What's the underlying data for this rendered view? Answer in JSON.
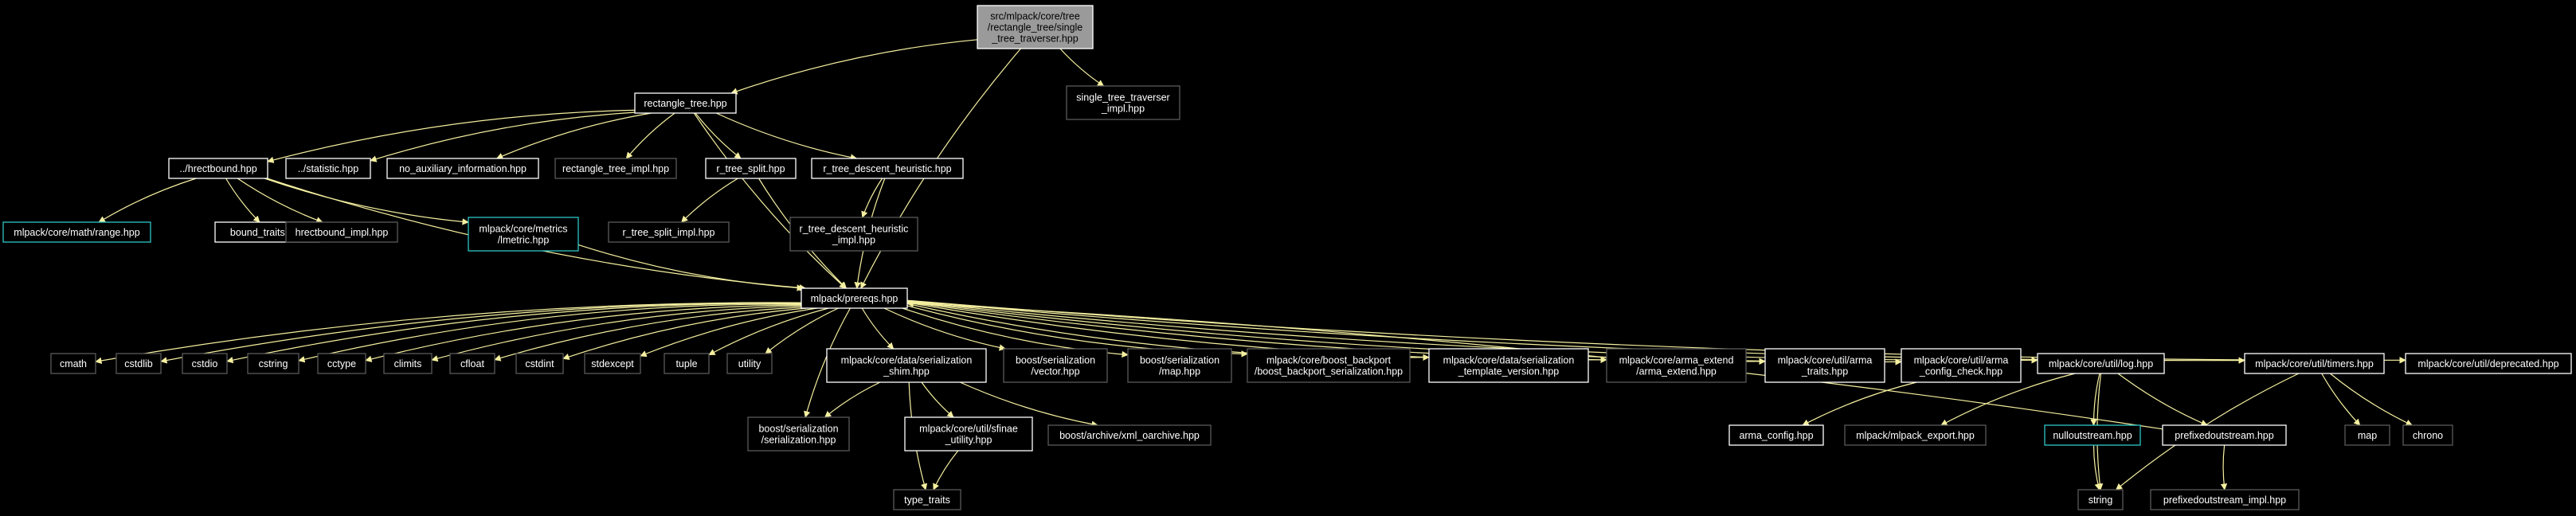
{
  "colors": {
    "background": "#000000",
    "edge": "#f5f0a0",
    "node_text": "#ffffff",
    "border_solid": "#ffffff",
    "border_gray": "#5a5a5a",
    "border_cyan": "#2ec5c5",
    "root_fill": "#9a9a9a"
  },
  "nodes": [
    {
      "id": "root",
      "lines": [
        "src/mlpack/core/tree",
        "/rectangle_tree/single",
        "_tree_traverser.hpp"
      ],
      "style": "root",
      "icon": "file-header-node"
    },
    {
      "id": "rectangle_tree",
      "lines": [
        "rectangle_tree.hpp"
      ],
      "style": "solid"
    },
    {
      "id": "single_tree_traverser_impl",
      "lines": [
        "single_tree_traverser",
        "_impl.hpp"
      ],
      "style": "gray"
    },
    {
      "id": "hrectbound",
      "lines": [
        "../hrectbound.hpp"
      ],
      "style": "solid"
    },
    {
      "id": "statistic",
      "lines": [
        "../statistic.hpp"
      ],
      "style": "solid"
    },
    {
      "id": "no_aux",
      "lines": [
        "no_auxiliary_information.hpp"
      ],
      "style": "solid"
    },
    {
      "id": "rt_impl",
      "lines": [
        "rectangle_tree_impl.hpp"
      ],
      "style": "gray"
    },
    {
      "id": "r_tree_split",
      "lines": [
        "r_tree_split.hpp"
      ],
      "style": "solid"
    },
    {
      "id": "r_tree_dh",
      "lines": [
        "r_tree_descent_heuristic.hpp"
      ],
      "style": "solid"
    },
    {
      "id": "range",
      "lines": [
        "mlpack/core/math/range.hpp"
      ],
      "style": "cyan"
    },
    {
      "id": "bound_traits",
      "lines": [
        "bound_traits.hpp"
      ],
      "style": "solid"
    },
    {
      "id": "hrectbound_impl",
      "lines": [
        "hrectbound_impl.hpp"
      ],
      "style": "gray"
    },
    {
      "id": "lmetric",
      "lines": [
        "mlpack/core/metrics",
        "/lmetric.hpp"
      ],
      "style": "cyan"
    },
    {
      "id": "r_tree_split_impl",
      "lines": [
        "r_tree_split_impl.hpp"
      ],
      "style": "gray"
    },
    {
      "id": "r_tree_dh_impl",
      "lines": [
        "r_tree_descent_heuristic",
        "_impl.hpp"
      ],
      "style": "gray"
    },
    {
      "id": "prereqs",
      "lines": [
        "mlpack/prereqs.hpp"
      ],
      "style": "solid"
    },
    {
      "id": "cmath",
      "lines": [
        "cmath"
      ],
      "style": "gray"
    },
    {
      "id": "cstdlib",
      "lines": [
        "cstdlib"
      ],
      "style": "gray"
    },
    {
      "id": "cstdio",
      "lines": [
        "cstdio"
      ],
      "style": "gray"
    },
    {
      "id": "cstring",
      "lines": [
        "cstring"
      ],
      "style": "gray"
    },
    {
      "id": "cctype",
      "lines": [
        "cctype"
      ],
      "style": "gray"
    },
    {
      "id": "climits",
      "lines": [
        "climits"
      ],
      "style": "gray"
    },
    {
      "id": "cfloat",
      "lines": [
        "cfloat"
      ],
      "style": "gray"
    },
    {
      "id": "cstdint",
      "lines": [
        "cstdint"
      ],
      "style": "gray"
    },
    {
      "id": "stdexcept",
      "lines": [
        "stdexcept"
      ],
      "style": "gray"
    },
    {
      "id": "tuple",
      "lines": [
        "tuple"
      ],
      "style": "gray"
    },
    {
      "id": "utility",
      "lines": [
        "utility"
      ],
      "style": "gray"
    },
    {
      "id": "serialization_shim",
      "lines": [
        "mlpack/core/data/serialization",
        "_shim.hpp"
      ],
      "style": "solid"
    },
    {
      "id": "boost_vector",
      "lines": [
        "boost/serialization",
        "/vector.hpp"
      ],
      "style": "gray"
    },
    {
      "id": "boost_map",
      "lines": [
        "boost/serialization",
        "/map.hpp"
      ],
      "style": "gray"
    },
    {
      "id": "boost_backport",
      "lines": [
        "mlpack/core/boost_backport",
        "/boost_backport_serialization.hpp"
      ],
      "style": "gray"
    },
    {
      "id": "serialization_tv",
      "lines": [
        "mlpack/core/data/serialization",
        "_template_version.hpp"
      ],
      "style": "solid"
    },
    {
      "id": "arma_extend",
      "lines": [
        "mlpack/core/arma_extend",
        "/arma_extend.hpp"
      ],
      "style": "gray"
    },
    {
      "id": "arma_traits",
      "lines": [
        "mlpack/core/util/arma",
        "_traits.hpp"
      ],
      "style": "solid"
    },
    {
      "id": "arma_config_check",
      "lines": [
        "mlpack/core/util/arma",
        "_config_check.hpp"
      ],
      "style": "solid"
    },
    {
      "id": "log",
      "lines": [
        "mlpack/core/util/log.hpp"
      ],
      "style": "solid"
    },
    {
      "id": "timers",
      "lines": [
        "mlpack/core/util/timers.hpp"
      ],
      "style": "solid"
    },
    {
      "id": "deprecated",
      "lines": [
        "mlpack/core/util/deprecated.hpp"
      ],
      "style": "solid"
    },
    {
      "id": "boost_serialization",
      "lines": [
        "boost/serialization",
        "/serialization.hpp"
      ],
      "style": "gray"
    },
    {
      "id": "sfinae",
      "lines": [
        "mlpack/core/util/sfinae",
        "_utility.hpp"
      ],
      "style": "solid"
    },
    {
      "id": "xml_oarchive",
      "lines": [
        "boost/archive/xml_oarchive.hpp"
      ],
      "style": "gray"
    },
    {
      "id": "type_traits",
      "lines": [
        "type_traits"
      ],
      "style": "gray"
    },
    {
      "id": "arma_config",
      "lines": [
        "arma_config.hpp"
      ],
      "style": "solid"
    },
    {
      "id": "mlpack_export",
      "lines": [
        "mlpack/mlpack_export.hpp"
      ],
      "style": "gray"
    },
    {
      "id": "nulloutstream",
      "lines": [
        "nulloutstream.hpp"
      ],
      "style": "cyan"
    },
    {
      "id": "prefixedoutstream",
      "lines": [
        "prefixedoutstream.hpp"
      ],
      "style": "solid"
    },
    {
      "id": "map",
      "lines": [
        "map"
      ],
      "style": "gray"
    },
    {
      "id": "chrono",
      "lines": [
        "chrono"
      ],
      "style": "gray"
    },
    {
      "id": "string",
      "lines": [
        "string"
      ],
      "style": "gray"
    },
    {
      "id": "prefixedoutstream_impl",
      "lines": [
        "prefixedoutstream_impl.hpp"
      ],
      "style": "gray"
    }
  ],
  "edges": [
    [
      "root",
      "rectangle_tree"
    ],
    [
      "root",
      "single_tree_traverser_impl"
    ],
    [
      "root",
      "prereqs"
    ],
    [
      "rectangle_tree",
      "hrectbound"
    ],
    [
      "rectangle_tree",
      "statistic"
    ],
    [
      "rectangle_tree",
      "no_aux"
    ],
    [
      "rectangle_tree",
      "rt_impl"
    ],
    [
      "rectangle_tree",
      "r_tree_split"
    ],
    [
      "rectangle_tree",
      "r_tree_dh"
    ],
    [
      "rectangle_tree",
      "prereqs"
    ],
    [
      "hrectbound",
      "range"
    ],
    [
      "hrectbound",
      "bound_traits"
    ],
    [
      "hrectbound",
      "hrectbound_impl"
    ],
    [
      "hrectbound",
      "lmetric"
    ],
    [
      "hrectbound",
      "prereqs"
    ],
    [
      "lmetric",
      "prereqs"
    ],
    [
      "r_tree_split",
      "r_tree_split_impl"
    ],
    [
      "r_tree_split",
      "prereqs"
    ],
    [
      "r_tree_dh",
      "r_tree_dh_impl"
    ],
    [
      "r_tree_dh",
      "prereqs"
    ],
    [
      "prereqs",
      "cmath"
    ],
    [
      "prereqs",
      "cstdlib"
    ],
    [
      "prereqs",
      "cstdio"
    ],
    [
      "prereqs",
      "cstring"
    ],
    [
      "prereqs",
      "cctype"
    ],
    [
      "prereqs",
      "climits"
    ],
    [
      "prereqs",
      "cfloat"
    ],
    [
      "prereqs",
      "cstdint"
    ],
    [
      "prereqs",
      "stdexcept"
    ],
    [
      "prereqs",
      "tuple"
    ],
    [
      "prereqs",
      "utility"
    ],
    [
      "prereqs",
      "serialization_shim"
    ],
    [
      "prereqs",
      "boost_vector"
    ],
    [
      "prereqs",
      "boost_map"
    ],
    [
      "prereqs",
      "boost_backport"
    ],
    [
      "prereqs",
      "serialization_tv"
    ],
    [
      "prereqs",
      "arma_extend"
    ],
    [
      "prereqs",
      "arma_traits"
    ],
    [
      "prereqs",
      "arma_config_check"
    ],
    [
      "prereqs",
      "log"
    ],
    [
      "prereqs",
      "timers"
    ],
    [
      "prereqs",
      "deprecated"
    ],
    [
      "prereqs",
      "boost_serialization"
    ],
    [
      "serialization_shim",
      "boost_serialization"
    ],
    [
      "serialization_shim",
      "sfinae"
    ],
    [
      "serialization_shim",
      "xml_oarchive"
    ],
    [
      "serialization_shim",
      "type_traits"
    ],
    [
      "sfinae",
      "type_traits"
    ],
    [
      "arma_config_check",
      "arma_config"
    ],
    [
      "log",
      "mlpack_export"
    ],
    [
      "log",
      "nulloutstream"
    ],
    [
      "log",
      "prefixedoutstream"
    ],
    [
      "log",
      "string"
    ],
    [
      "nulloutstream",
      "string"
    ],
    [
      "prefixedoutstream",
      "prefixedoutstream_impl"
    ],
    [
      "prefixedoutstream",
      "prereqs"
    ],
    [
      "timers",
      "map"
    ],
    [
      "timers",
      "chrono"
    ],
    [
      "timers",
      "string"
    ]
  ]
}
